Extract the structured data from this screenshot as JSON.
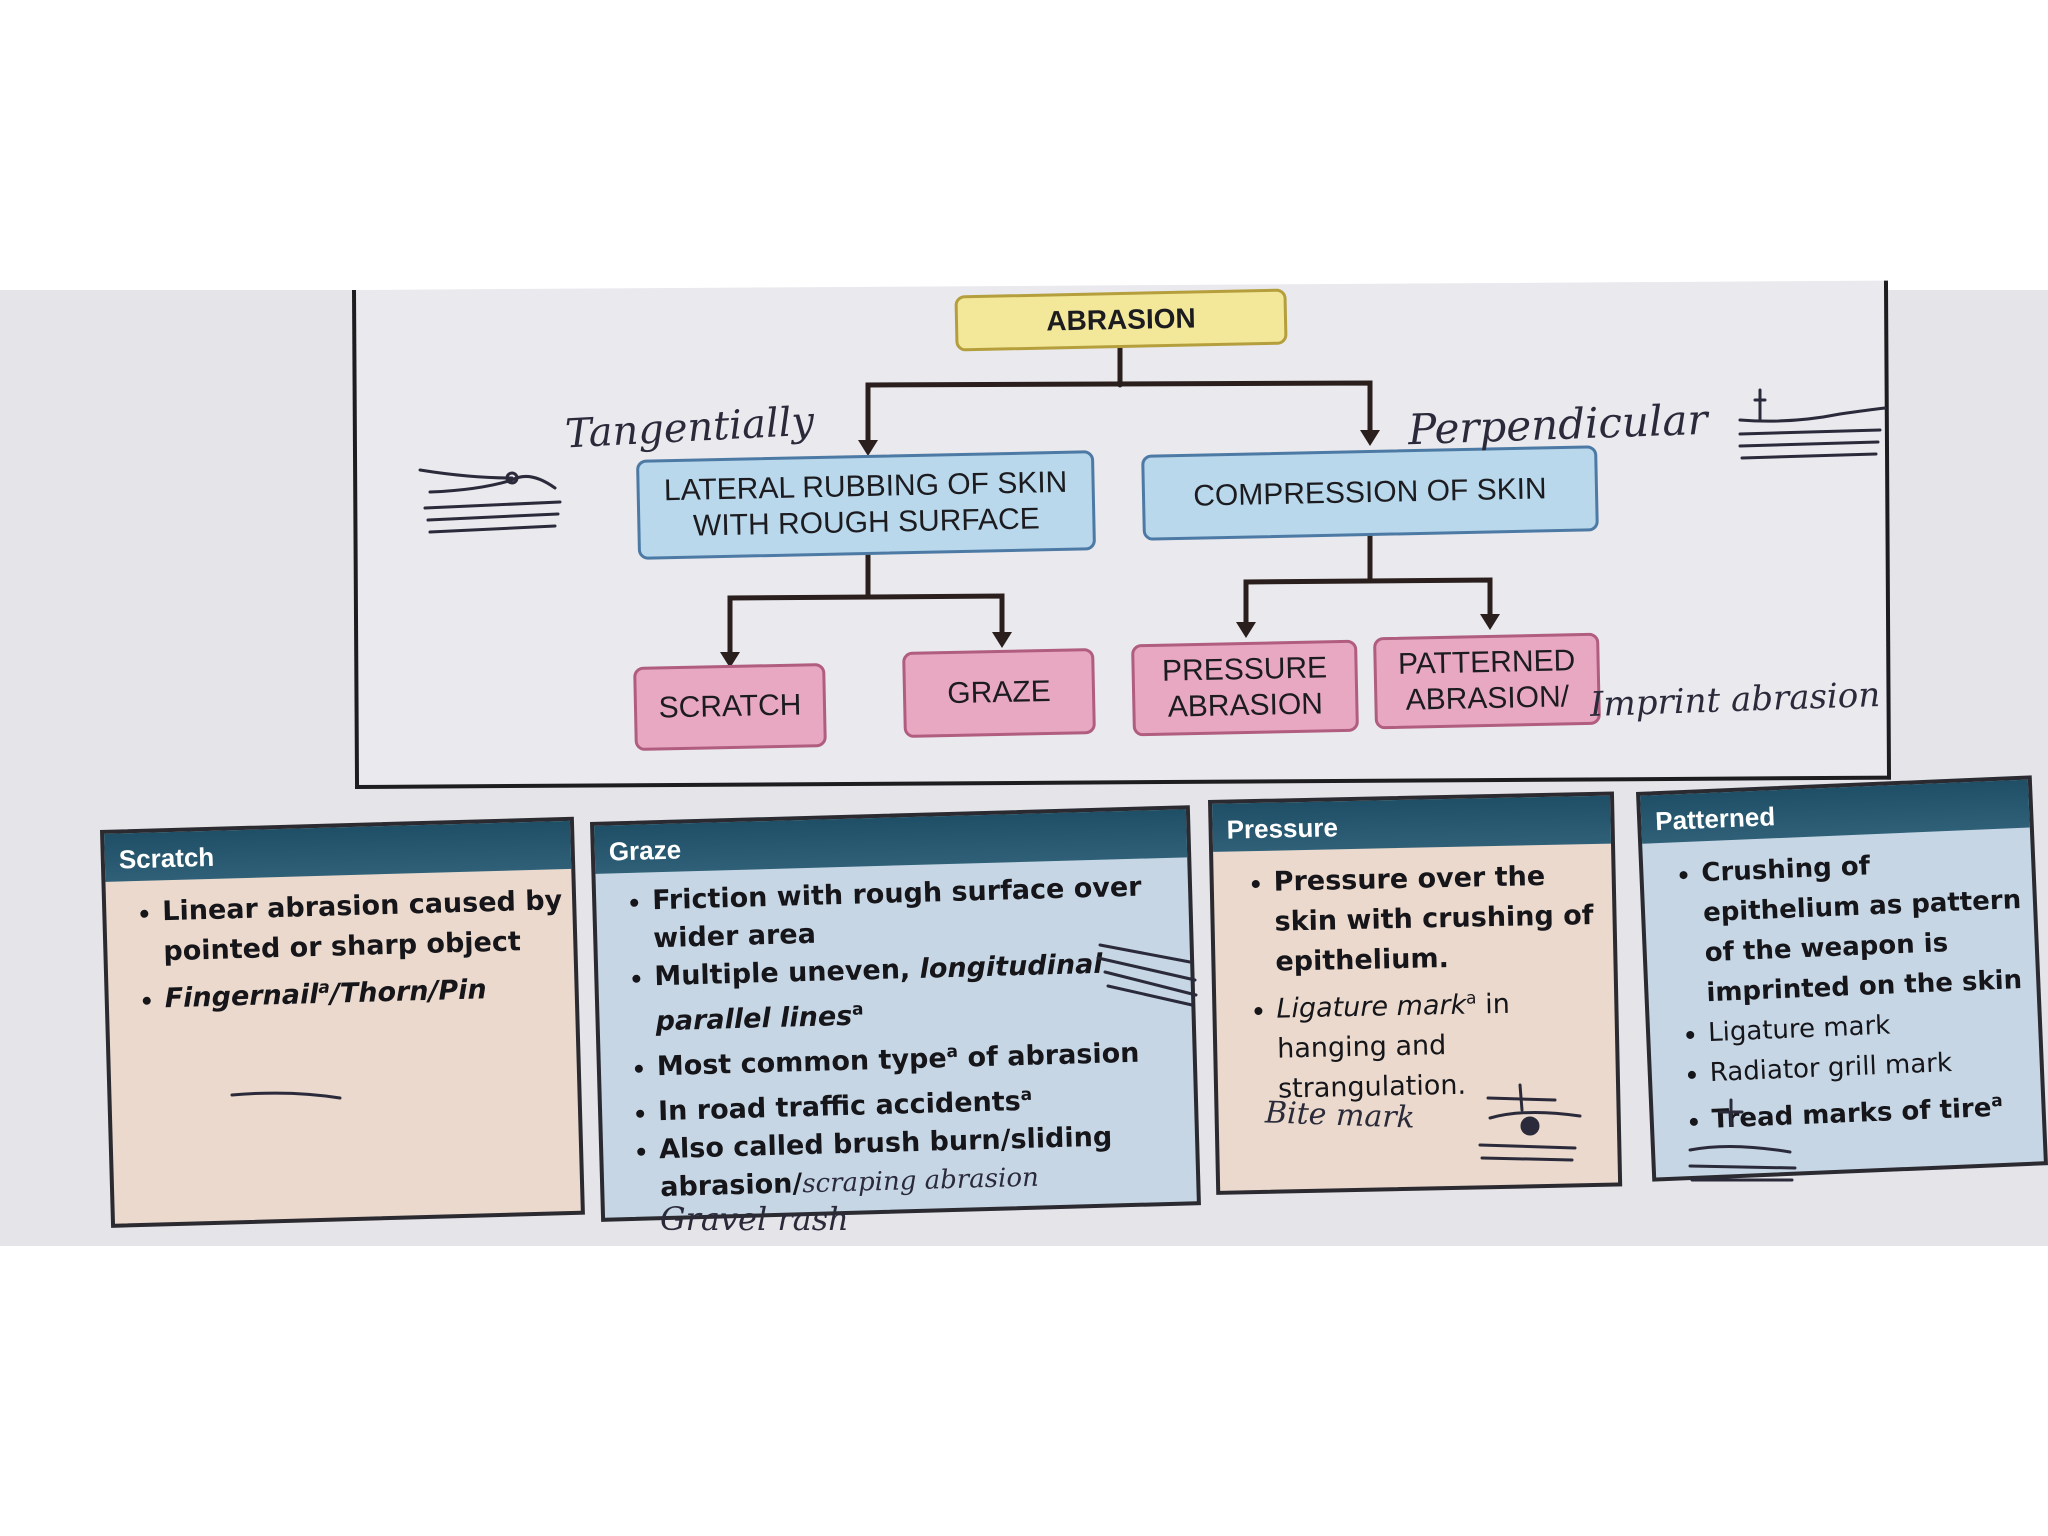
{
  "diagram": {
    "root": "ABRASION",
    "branches": [
      {
        "label": "LATERAL RUBBING OF SKIN\nWITH ROUGH SURFACE",
        "annotation": "Tangentially",
        "children": [
          "SCRATCH",
          "GRAZE"
        ]
      },
      {
        "label": "COMPRESSION OF SKIN",
        "annotation": "Perpendicular",
        "children": [
          "PRESSURE\nABRASION",
          "PATTERNED\nABRASION/"
        ]
      }
    ],
    "handwritten": {
      "patterned_extra": "Imprint abrasion"
    }
  },
  "cards": [
    {
      "title": "Scratch",
      "items": [
        {
          "text": "Linear abrasion caused by pointed or sharp object"
        },
        {
          "text": "Fingernail",
          "sup": "a",
          "rest": "/Thorn/Pin",
          "italic": true
        }
      ]
    },
    {
      "title": "Graze",
      "items": [
        {
          "text": "Friction with rough surface over wider area"
        },
        {
          "text": "Multiple uneven, ",
          "italic_part": "longitudinal parallel lines",
          "sup": "a"
        },
        {
          "text": "Most common type",
          "sup": "a",
          "rest": " of abrasion"
        },
        {
          "text": "In road traffic accidents",
          "sup": "a"
        },
        {
          "text": "Also called brush burn/sliding abrasion/",
          "hand": "scraping abrasion"
        }
      ],
      "handwritten_extra": "Gravel rash"
    },
    {
      "title": "Pressure",
      "items": [
        {
          "text": "Pressure over the skin with crushing of epithelium."
        },
        {
          "text": "Ligature mark",
          "sup": "a",
          "rest": " in hanging and strangulation.",
          "italic_first": true
        }
      ],
      "handwritten_extra": "Bite mark"
    },
    {
      "title": "Patterned",
      "items": [
        {
          "text": "Crushing of epithelium as pattern of the weapon is imprinted on the skin"
        },
        {
          "text": "Ligature mark"
        },
        {
          "text": "Radiator grill mark"
        },
        {
          "text": "Tread marks of tire",
          "sup": "a"
        }
      ]
    }
  ],
  "colors": {
    "root_fill": "#f3e79a",
    "branch_fill": "#b9d8ec",
    "leaf_fill": "#e8a8c2",
    "card_header": "#1f4f66"
  }
}
